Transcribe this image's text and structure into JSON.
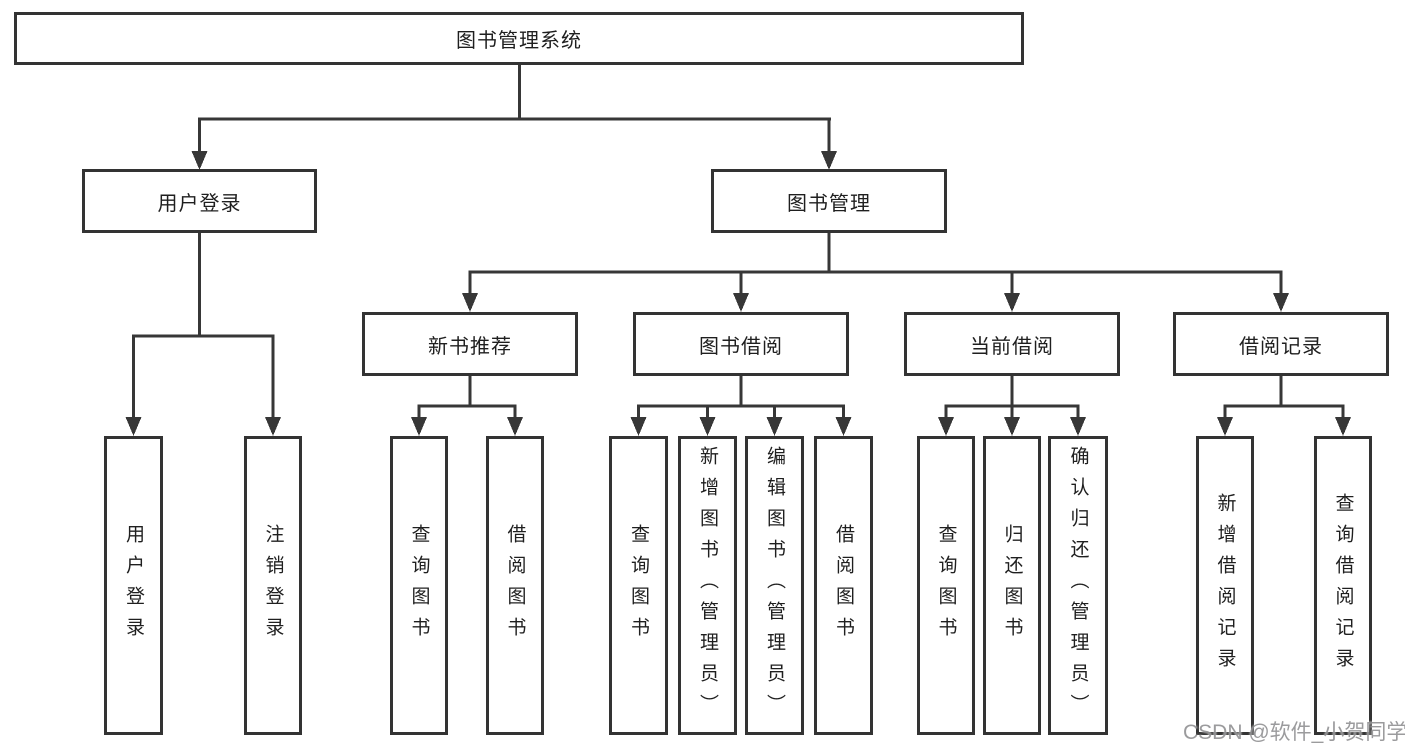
{
  "diagram": {
    "root": {
      "label": "图书管理系统"
    },
    "user_branch": {
      "label": "用户登录",
      "leaves": [
        {
          "label": "用户登录"
        },
        {
          "label": "注销登录"
        }
      ]
    },
    "book_branch": {
      "label": "图书管理",
      "sections": [
        {
          "label": "新书推荐",
          "leaves": [
            {
              "label": "查询图书"
            },
            {
              "label": "借阅图书"
            }
          ]
        },
        {
          "label": "图书借阅",
          "leaves": [
            {
              "label": "查询图书"
            },
            {
              "label": "新增图书（管理员）"
            },
            {
              "label": "编辑图书（管理员）"
            },
            {
              "label": "借阅图书"
            }
          ]
        },
        {
          "label": "当前借阅",
          "leaves": [
            {
              "label": "查询图书"
            },
            {
              "label": "归还图书"
            },
            {
              "label": "确认归还（管理员）"
            }
          ]
        },
        {
          "label": "借阅记录",
          "leaves": [
            {
              "label": "新增借阅记录"
            },
            {
              "label": "查询借阅记录"
            }
          ]
        }
      ]
    }
  },
  "watermark": {
    "text": "CSDN @软件_小贺同学"
  },
  "colors": {
    "line": "#373737",
    "border": "#333333",
    "text": "#1f1f1f",
    "background": "#ffffff",
    "watermark": "#8a8a8c"
  }
}
